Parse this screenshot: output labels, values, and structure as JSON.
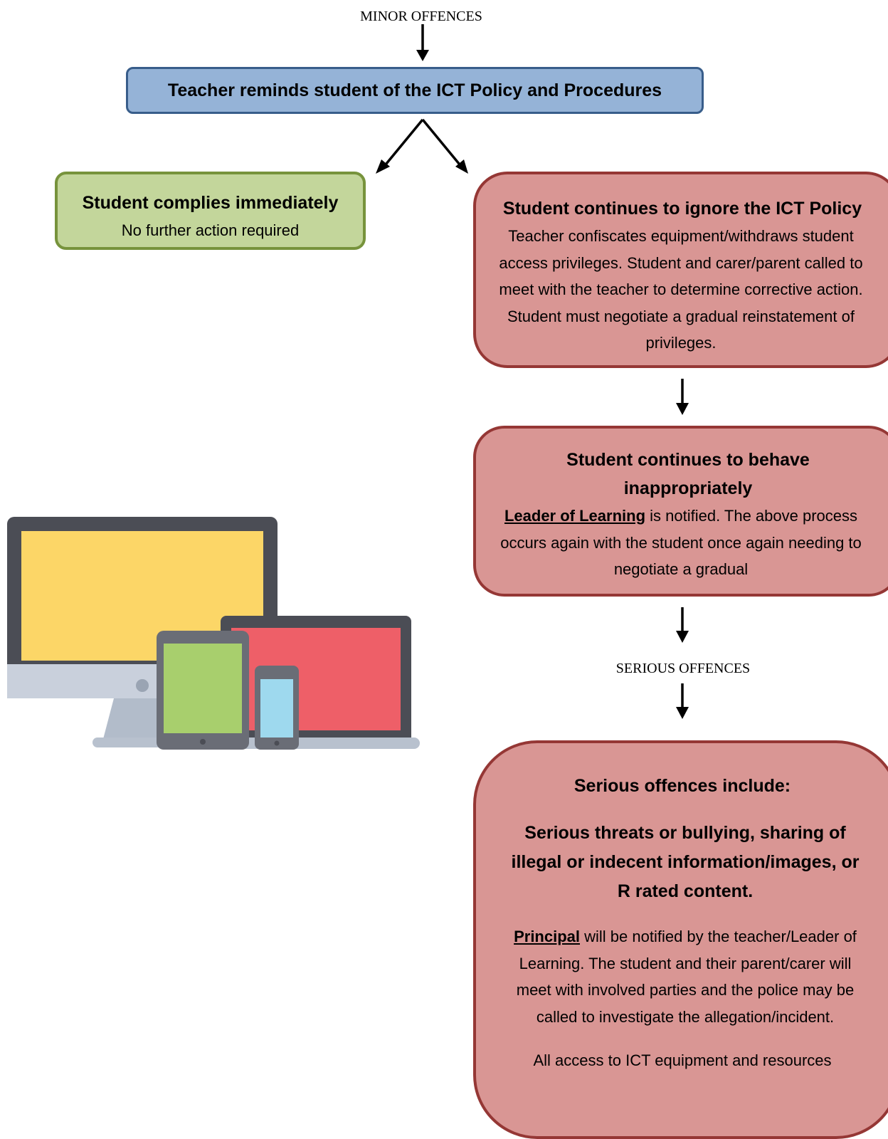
{
  "labels": {
    "minor": "MINOR OFFENCES",
    "serious": "SERIOUS  OFFENCES"
  },
  "step1": {
    "title": "Teacher reminds student of the ICT Policy and Procedures"
  },
  "comply": {
    "title": "Student complies immediately",
    "text": "No further action required"
  },
  "ignore": {
    "title": "Student continues to ignore the ICT Policy",
    "text": "Teacher confiscates equipment/withdraws student access privileges. Student and carer/parent called to meet with the teacher to determine corrective action. Student must negotiate a gradual reinstatement of privileges."
  },
  "behave": {
    "title": "Student continues to behave inappropriately",
    "leader": "Leader of Learning",
    "text": " is notified. The above process occurs again with the student once again needing to negotiate a gradual"
  },
  "serious": {
    "title": "Serious offences include:",
    "list": "Serious threats or bullying, sharing of illegal or indecent information/images, or R rated content.",
    "principal": "Principal",
    "text": " will be notified by the teacher/Leader of Learning. The student and their parent/carer will meet with involved parties and the police may be called to investigate the allegation/incident.",
    "access": "All access to ICT equipment and resources"
  },
  "illustration": {
    "icon": "devices-illustration",
    "colors": {
      "monitor_screen": "#fcd667",
      "laptop_screen": "#ee5f68",
      "tablet_screen": "#a8cf6d",
      "phone_screen": "#9ed9ee",
      "frame": "#4b4d55",
      "stand": "#b2bcca"
    }
  }
}
